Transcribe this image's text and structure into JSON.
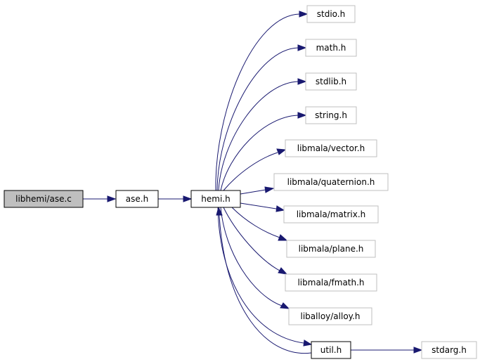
{
  "colors": {
    "edge": "#191970",
    "root_fill": "#bfbfbf",
    "node_fill": "#ffffff",
    "node_border_solid": "#000000",
    "node_border_external": "#bfbfbf"
  },
  "nodes": {
    "root": "libhemi/ase.c",
    "ase_h": "ase.h",
    "hemi_h": "hemi.h",
    "stdio_h": "stdio.h",
    "math_h": "math.h",
    "stdlib_h": "stdlib.h",
    "string_h": "string.h",
    "vector_h": "libmala/vector.h",
    "quaternion_h": "libmala/quaternion.h",
    "matrix_h": "libmala/matrix.h",
    "plane_h": "libmala/plane.h",
    "fmath_h": "libmala/fmath.h",
    "alloy_h": "liballoy/alloy.h",
    "util_h": "util.h",
    "stdarg_h": "stdarg.h"
  }
}
